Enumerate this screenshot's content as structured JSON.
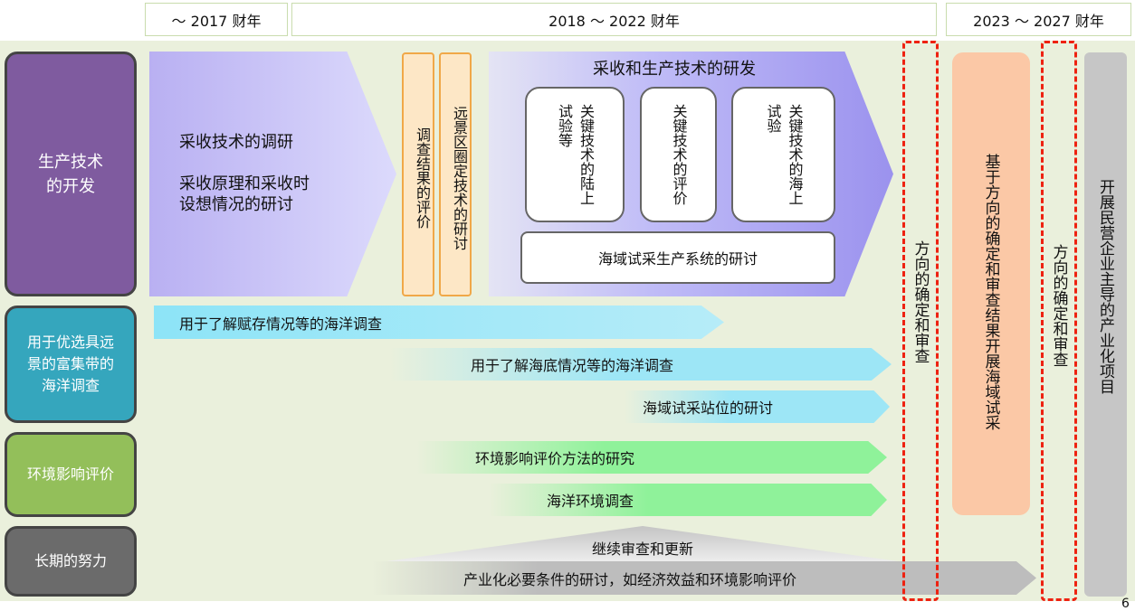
{
  "header": {
    "periods": [
      "～ 2017 财年",
      "2018 ～ 2022 财年",
      "2023 ～ 2027 财年"
    ]
  },
  "categories": [
    "生产技术\n的开发",
    "用于优选具远\n景的富集带的\n海洋调查",
    "环境影响评价",
    "长期的努力"
  ],
  "production": {
    "survey_arrow": [
      "采收技术的调研",
      "采收原理和采收时\n设想情况的研讨"
    ],
    "orange_boxes": [
      "调查结果的评价",
      "远景区圈定技术的研讨"
    ],
    "main_title": "采收和生产技术的研发",
    "key_boxes": [
      "关键技术的陆上试验等",
      "关键技术的评价",
      "关键技术的海上试验"
    ],
    "system_box": "海域试采生产系统的研讨"
  },
  "ocean": [
    "用于了解赋存情况等的海洋调查",
    "用于了解海底情况等的海洋调查",
    "海域试采站位的研讨"
  ],
  "environment": [
    "环境影响评价方法的研究",
    "海洋环境调查"
  ],
  "long_term": {
    "review": "继续审查和更新",
    "study": "产业化必要条件的研讨，如经济效益和环境影响评价"
  },
  "columns": {
    "review1": "方向的确定和审查",
    "trial": "基于方向的确定和审查结果开展海域试采",
    "review2": "方向的确定和审查",
    "private": "开展民营企业主导的产业化项目"
  },
  "page_number": "6"
}
